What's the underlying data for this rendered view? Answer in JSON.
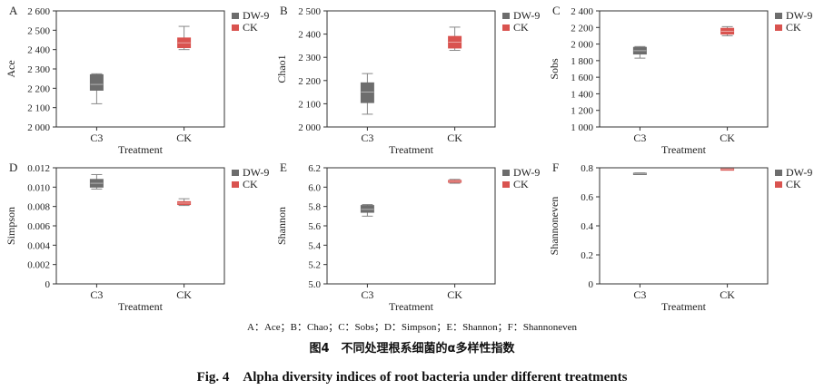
{
  "colors": {
    "DW-9": "#6d6d6d",
    "CK": "#d9534f",
    "axis": "#333333"
  },
  "chart_data": [
    {
      "type": "box",
      "panel_letter": "A",
      "ylabel": "Ace",
      "xlabel": "Treatment",
      "categories": [
        "C3",
        "CK"
      ],
      "ylim": [
        2000,
        2600
      ],
      "yticks": [
        2000,
        2100,
        2200,
        2300,
        2400,
        2500,
        2600
      ],
      "ytick_labels": [
        "2 000",
        "2 100",
        "2 200",
        "2 300",
        "2 400",
        "2 500",
        "2 600"
      ],
      "legend": [
        "DW-9",
        "CK"
      ],
      "series": [
        {
          "name": "DW-9",
          "category": "C3",
          "min": 2120,
          "q1": 2190,
          "median": 2220,
          "q3": 2270,
          "max": 2275
        },
        {
          "name": "CK",
          "category": "CK",
          "min": 2400,
          "q1": 2410,
          "median": 2435,
          "q3": 2460,
          "max": 2520
        }
      ]
    },
    {
      "type": "box",
      "panel_letter": "B",
      "ylabel": "Chao1",
      "xlabel": "Treatment",
      "categories": [
        "C3",
        "CK"
      ],
      "ylim": [
        2000,
        2500
      ],
      "yticks": [
        2000,
        2100,
        2200,
        2300,
        2400,
        2500
      ],
      "ytick_labels": [
        "2 000",
        "2 100",
        "2 200",
        "2 300",
        "2 400",
        "2 500"
      ],
      "legend": [
        "DW-9",
        "CK"
      ],
      "series": [
        {
          "name": "DW-9",
          "category": "C3",
          "min": 2055,
          "q1": 2105,
          "median": 2150,
          "q3": 2190,
          "max": 2230
        },
        {
          "name": "CK",
          "category": "CK",
          "min": 2330,
          "q1": 2340,
          "median": 2365,
          "q3": 2390,
          "max": 2430
        }
      ]
    },
    {
      "type": "box",
      "panel_letter": "C",
      "ylabel": "Sobs",
      "xlabel": "Treatment",
      "categories": [
        "C3",
        "CK"
      ],
      "ylim": [
        1000,
        2400
      ],
      "yticks": [
        1000,
        1200,
        1400,
        1600,
        1800,
        2000,
        2200,
        2400
      ],
      "ytick_labels": [
        "1 000",
        "1 200",
        "1 400",
        "1 600",
        "1 800",
        "2 000",
        "2 200",
        "2 400"
      ],
      "legend": [
        "DW-9",
        "CK"
      ],
      "series": [
        {
          "name": "DW-9",
          "category": "C3",
          "min": 1830,
          "q1": 1880,
          "median": 1920,
          "q3": 1960,
          "max": 1970
        },
        {
          "name": "CK",
          "category": "CK",
          "min": 2100,
          "q1": 2120,
          "median": 2155,
          "q3": 2190,
          "max": 2210
        }
      ]
    },
    {
      "type": "box",
      "panel_letter": "D",
      "ylabel": "Simpson",
      "xlabel": "Treatment",
      "categories": [
        "C3",
        "CK"
      ],
      "ylim": [
        0,
        0.012
      ],
      "yticks": [
        0,
        0.002,
        0.004,
        0.006,
        0.008,
        0.01,
        0.012
      ],
      "ytick_labels": [
        "0",
        "0.002",
        "0.004",
        "0.006",
        "0.008",
        "0.010",
        "0.012"
      ],
      "legend": [
        "DW-9",
        "CK"
      ],
      "series": [
        {
          "name": "DW-9",
          "category": "C3",
          "min": 0.0098,
          "q1": 0.01,
          "median": 0.0104,
          "q3": 0.0108,
          "max": 0.0113
        },
        {
          "name": "CK",
          "category": "CK",
          "min": 0.0081,
          "q1": 0.0082,
          "median": 0.00835,
          "q3": 0.0085,
          "max": 0.0088
        }
      ]
    },
    {
      "type": "box",
      "panel_letter": "E",
      "ylabel": "Shannon",
      "xlabel": "Treatment",
      "categories": [
        "C3",
        "CK"
      ],
      "ylim": [
        5.0,
        6.2
      ],
      "yticks": [
        5.0,
        5.2,
        5.4,
        5.6,
        5.8,
        6.0,
        6.2
      ],
      "ytick_labels": [
        "5.0",
        "5.2",
        "5.4",
        "5.6",
        "5.8",
        "6.0",
        "6.2"
      ],
      "legend": [
        "DW-9",
        "CK"
      ],
      "series": [
        {
          "name": "DW-9",
          "category": "C3",
          "min": 5.7,
          "q1": 5.74,
          "median": 5.77,
          "q3": 5.81,
          "max": 5.82
        },
        {
          "name": "CK",
          "category": "CK",
          "min": 6.04,
          "q1": 6.05,
          "median": 6.06,
          "q3": 6.07,
          "max": 6.08
        }
      ]
    },
    {
      "type": "box",
      "panel_letter": "F",
      "ylabel": "Shannoneven",
      "xlabel": "Treatment",
      "categories": [
        "C3",
        "CK"
      ],
      "ylim": [
        0,
        0.8
      ],
      "yticks": [
        0,
        0.2,
        0.4,
        0.6,
        0.8
      ],
      "ytick_labels": [
        "0",
        "0.2",
        "0.4",
        "0.6",
        "0.8"
      ],
      "legend": [
        "DW-9",
        "CK"
      ],
      "series": [
        {
          "name": "DW-9",
          "category": "C3",
          "min": 0.757,
          "q1": 0.759,
          "median": 0.761,
          "q3": 0.763,
          "max": 0.765
        },
        {
          "name": "CK",
          "category": "CK",
          "min": 0.787,
          "q1": 0.789,
          "median": 0.791,
          "q3": 0.793,
          "max": 0.795
        }
      ]
    }
  ],
  "captions": {
    "legend_line": "A：Ace；B：Chao；C：Sobs；D：Simpson；E：Shannon；F：Shannoneven",
    "title_cn": "图4　不同处理根系细菌的α多样性指数",
    "title_en": "Fig. 4　Alpha diversity indices of root bacteria under different treatments"
  }
}
